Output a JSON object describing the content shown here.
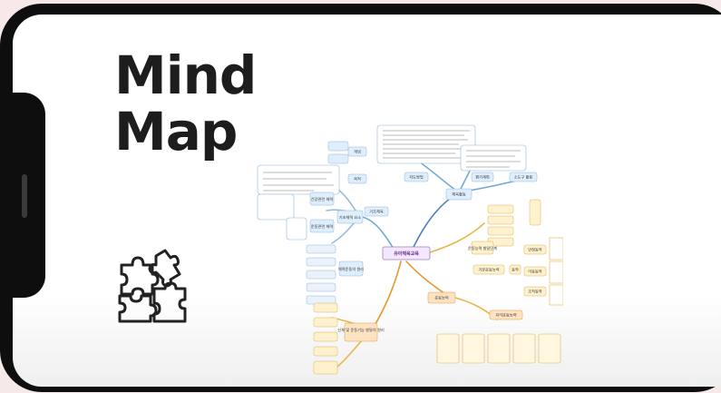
{
  "title": {
    "line1": "Mind",
    "line2": "Map"
  },
  "colors": {
    "frame": "#0e0e0e",
    "background": "#f7e9e9",
    "screen": "#ffffff"
  },
  "icons": {
    "puzzle": "puzzle-pieces-icon"
  },
  "mindmap": {
    "center": "유아체육교육",
    "nodes": {
      "gisul": "지도방법",
      "pyeongga": "평가계획",
      "sodogu": "소도구 활용",
      "chejeok": "체육활동",
      "gicho_cheyuk": "기초체육",
      "gaenyeom": "개념",
      "mokjeok": "목적",
      "gichoyoso": "기초체력 요소",
      "geon": "건강관련 체력",
      "undong_gwan": "운동관련 체력",
      "cheryeok_won": "체력운동의 원리",
      "undong_neungryeok": "운동능력",
      "gibon": "기본운동능력",
      "undong_jeok": "운동능력 발달단계",
      "idong": "이동동작",
      "anjeong": "안정동작",
      "jojak": "조작동작",
      "dongjak": "동작",
      "sinche": "신체 및 운동기능 발달의 원리",
      "jigak": "지각운동능력"
    }
  }
}
